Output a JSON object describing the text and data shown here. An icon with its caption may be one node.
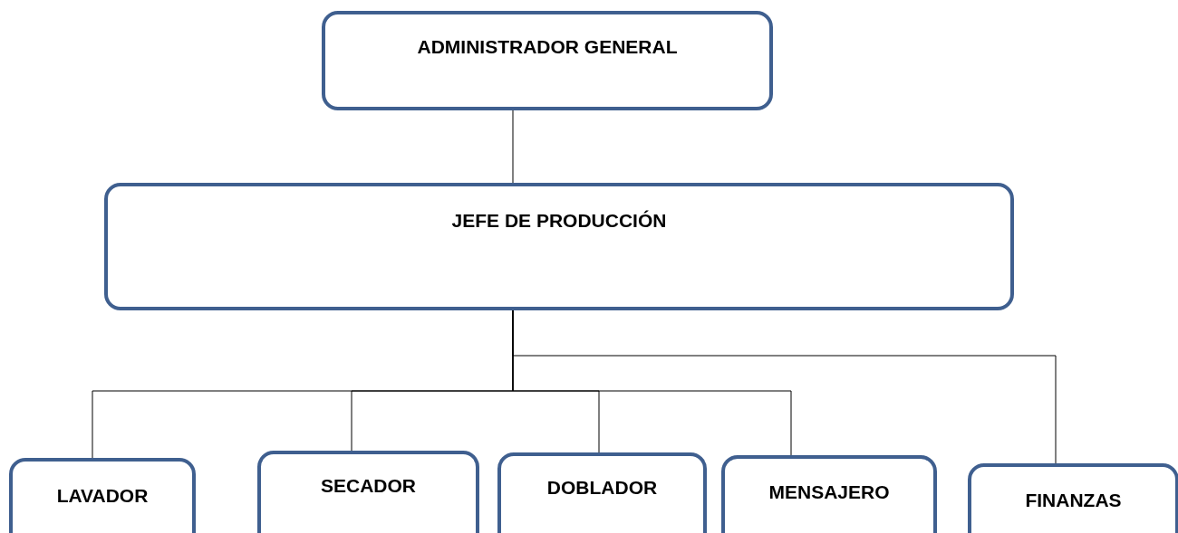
{
  "diagram": {
    "nodes": [
      {
        "text": [
          "ADMINISTRADOR GENERAL"
        ]
      },
      {
        "text": [
          "JEFE DE PRODUCCIÓN"
        ]
      },
      {
        "text": [
          "LAVADOR"
        ]
      },
      {
        "text": [
          "SECADOR"
        ]
      },
      {
        "text": [
          "DOBLADOR"
        ]
      },
      {
        "text": [
          "MENSAJERO"
        ]
      },
      {
        "text": [
          "FINANZAS"
        ]
      }
    ],
    "edges": [
      {
        "from": 0,
        "to": 1,
        "arrow": "none"
      },
      {
        "from": 1,
        "to": 2,
        "arrow": "none"
      },
      {
        "from": 1,
        "to": 3,
        "arrow": "none"
      },
      {
        "from": 1,
        "to": 4,
        "arrow": "none"
      },
      {
        "from": 1,
        "to": 5,
        "arrow": "none"
      },
      {
        "from": 1,
        "to": 6,
        "arrow": "none"
      }
    ]
  }
}
